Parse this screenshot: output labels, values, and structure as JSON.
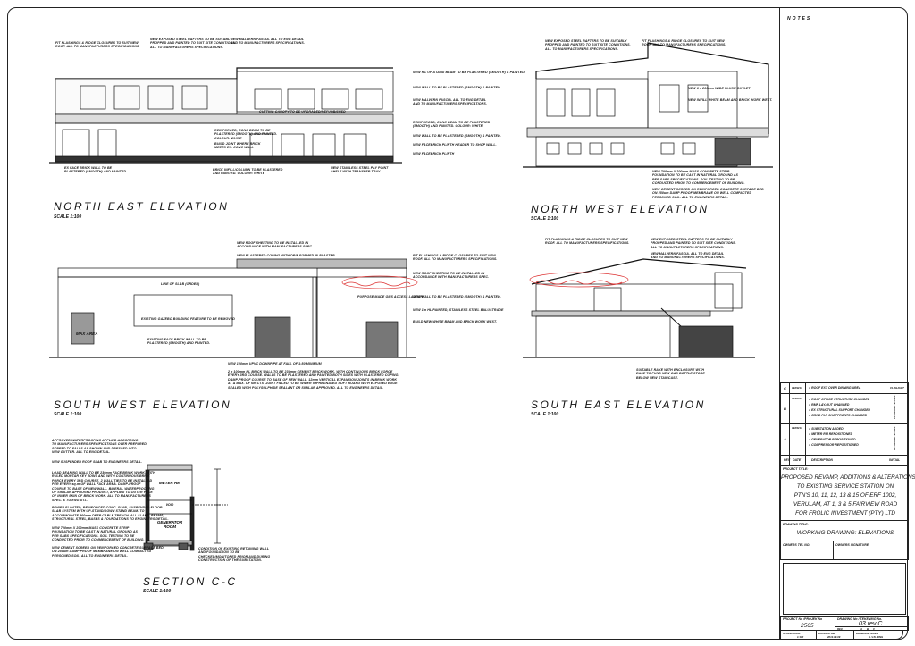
{
  "notes_header": "NOTES",
  "views": {
    "north_east": {
      "title": "NORTH EAST ELEVATION",
      "scale": "SCALE 1:100"
    },
    "north_west": {
      "title": "NORTH WEST ELEVATION",
      "scale": "SCALE 1:100"
    },
    "south_west": {
      "title": "SOUTH WEST ELEVATION",
      "scale": "SCALE 1:100"
    },
    "south_east": {
      "title": "SOUTH EAST ELEVATION",
      "scale": "SCALE 1:100"
    },
    "section_cc": {
      "title": "SECTION  C-C",
      "scale": "SCALE 1:100"
    }
  },
  "annotations": {
    "ne1": "FIT FLASHINGS & RIDGE CLOSURES TO SUIT NEW\nROOF. ALL TO MANUFACTURERS SPECIFICATIONS.",
    "ne2": "NEW EXPOSED STEEL RAFTERS TO BE SUITABLY\nPROPPED AND PAINTED TO SUIT SITE CONDITIONS.\nALL TO MANUFACTURERS SPECIFICATIONS.",
    "ne3": "NEW MALVERN FASCIA. ALL TO ENG DETAIL\nAND TO MANUFACTURERS SPECIFICATIONS.",
    "ne4": "NEW RC UP-STAND BEAM TO BE PLASTERED (SMOOTH) & PAINTED.",
    "ne5": "NEW WALL TO BE PLASTERED (SMOOTH) & PAINTED.",
    "ne6": "NEW MALVERN FASCIA. ALL TO ENG DETAIL\nAND TO MANUFACTURERS SPECIFICATIONS.",
    "ne7": "REINFORCED, CONC BEAM TO BE PLASTERED\n(SMOOTH) AND PAINTED. COLOUR: WHITE",
    "ne8": "NEW WALL TO BE PLASTERED (SMOOTH) & PAINTED.",
    "ne9": "NEW FACEBRICK PLINTH HEADER TO SHOP WALL.",
    "ne10": "NEW FACEBRICK PLINTH",
    "ne11": "EX FACE BRICK WALL TO BE\nPLASTERED (SMOOTH) AND PAINTED.",
    "ne12": "BRICK INFILL/COLUMN TO BE PLASTERED\nAND PAINTED. COLOUR: WHITE",
    "ne13": "NEW STAINLESS STEEL PAY POINT\nSHELF WITH TRANSFER TRAY.",
    "ne14": "CUTTING CANOPY TO BE UPGRADED/REFURBISHED",
    "ne15": "REINFORCED, CONC BEAM TO BE\nPLASTERED (SMOOTH) AND PAINTED.\nCOLOUR: WHITE",
    "ne16": "BUILD JOINT WHERE BRICK\nMEETS EX. CONC WALL",
    "nw1": "NEW EXPOSED STEEL RAFTERS TO BE SUITABLY\nPROPPED AND PAINTED TO SUIT SITE CONDITIONS.\nALL TO MANUFACTURERS SPECIFICATIONS.",
    "nw2": "FIT FLASHINGS & RIDGE CLOSURES TO SUIT NEW\nROOF. ALL TO MANUFACTURERS SPECIFICATIONS.",
    "nw3": "NEW 6 x 200mm WIDE FLUSH OUTLET",
    "nw4": "NEW INFILL WHITE BEAM AND BRICK WORK WEST.",
    "nw5": "NEW 700mm X 200mm MASS CONCRETE STRIP\nFOUNDATION TO BE CAST IN NATURAL GROUND AS\nPER SABS SPECIFICATIONS. SOIL TESTING TO BE\nCONDUCTED PRIOR TO COMMENCEMENT OF BUILDING.",
    "nw6": "NEW CEMENT SCREED ON REINFORCED CONCRETE SURFACE BED\nON 250um DAMP PROOF MEMBRANE ON WELL COMPACTED\nPERSONED SOIL. ALL TO ENGINEERS DETAIL.",
    "sw1": "NEW ROOF SHEETING TO BE INSTALLED IN\nACCORDANCE WITH MANUFACTURERS SPEC.",
    "sw2": "NEW PLASTERED COPING WITH DRIP FORMED IN PLASTER.",
    "sw3": "FIT FLASHINGS & RIDGE CLOSURES TO SUIT NEW\nROOF. ALL TO MANUFACTURERS SPECIFICATIONS.",
    "sw4": "NEW ROOF SHEETING TO BE INSTALLED IN\nACCORDANCE WITH MANUFACTURERS SPEC.",
    "sw5": "NEW WALL TO BE PLASTERED (SMOOTH) & PAINTED.",
    "sw6": "NEW 1m HL PAINTED, STAINLESS STEEL BALUSTRADE",
    "sw7": "BUILD NEW WHITE BEAM AND BRICK WORK WEST.",
    "sw8": "LINE OF SLAB (ORDER)",
    "sw9": "EXISTING GAZEBO BUILDING FEATURE TO BE REMOVED",
    "sw10": "EXISTING FACE BRICK WALL TO BE\nPLASTERED (SMOOTH) AND PAINTED.",
    "sw11": "PURPOSE MADE GMS ACCESS LADDER",
    "sw12": "NEW 100mm UPVC DOWNPIPE AT FALL OF 1:80 MINIMUM",
    "sw13": "2 x 100mm NL BRICK WALL TO BE 230mm CEMENT BRICK WORK. WITH CONTINUOUS BRICK FORCE\nEVERY 3RD COURSE. WALLS TO BE PLASTERED AND PAINTED BOTH SIDES WITH PLASTERED COPING.\nDAMP-PROOF COURSE TO BASE OF NEW WALL. 12mm VERTICAL EXPANSION JOINTS IN BRICK WORK\nAT A MAX. OF 6m CTS. JOINT FILLED TO BE WIDER IMPREGNATED SOFT BOARD WITH EXPOSED EDGE\nSEALED WITH POLYSULPHIDE SEALANT OR SIMILAR APPROVED. ALL TO ENGINEERS DETAIL.",
    "sw14": "MAX AREA",
    "se1": "FIT FLASHINGS & RIDGE CLOSURES TO SUIT NEW\nROOF. ALL TO MANUFACTURERS SPECIFICATIONS.",
    "se2": "NEW EXPOSED STEEL RAFTERS TO BE SUITABLY\nPROPPED AND PAINTED TO SUIT SITE CONDITIONS.\nALL TO MANUFACTURERS SPECIFICATIONS.",
    "se3": "NEW MALVERN FASCIA. ALL TO ENG DETAIL\nAND TO MANUFACTURERS SPECIFICATIONS.",
    "se4": "SUITABLE RAKE WITH ENCLOSURE WITH\nEASE TO FUND NEW GAS BOTTLE STORE\nBELOW NEW STAIRCASE.",
    "cc1": "APPROVED WATERPROOFING APPLIED ACCORDING\nTO MANUFACTURERS SPECIFICATIONS OVER PREPARED\nSCREED TO FALLS AS SHOWN AND DRESSED INTO\nNEW GUTTER. ALL TO ENG DETAIL.",
    "cc2": "NEW SUSPENDED ROOF SLAB TO ENGINEERS DETAIL.",
    "cc3": "LOAD BEARING WALL TO BE 230mm FACE BRICK WORK. WITH\nRULED MORTAR KEY JOINT AND WITH CONTINUOUS BRICK\nFORCE EVERY 3RD COURSE. 2 WALL TIES TO BE INSTALLED\nPER EVERY sq.m OF WALL FACE AREA. DAMP-PROOF\nCOURSE TO BASE OF NEW WALL. BIDERAL WATERPROOFING\nOF SIMILAR APPROVED PRODUCT, APPLIED TO OUTER FACE\nOF INNER SKIN OF BRICK WORK. ALL TO MANUFACTURERS\nSPEC. & TO ENG DTL.",
    "cc4": "POWER FLOATED, REINFORCED CONC. SLAB, SUSPENDED FLOOR\nSLAB SYSTEM WITH UP-STAND/DOWN STAND BEAM. TO\nACCOMMODATE 900mm DEEP CABLE TRENCH. ALL SLABS, BEAMS,\nSTRUCTURAL STEEL, BASES & FOUNDATIONS TO ENGINEERS DETAIL.",
    "cc5": "NEW 700mm X 200mm MASS CONCRETE STRIP\nFOUNDATION TO BE CAST IN NATURAL GROUND AS\nPER SABS SPECIFICATIONS. SOIL TESTING TO BE\nCONDUCTED PRIOR TO COMMENCEMENT OF BUILDING.",
    "cc6": "NEW CEMENT SCREED ON REINFORCED CONCRETE SURFACE BED\nON 250um DAMP PROOF MEMBRANE ON WELL COMPACTED\nPERSONED SOIL. ALL TO ENGINEERS DETAIL.",
    "cc7": "CONDITION OF EXISTING RETAINING WALL\nAND FOUNDATION TO BE\nCHECKED/MONITORED PRIOR AND DURING\nCONSTRUCTION OF THE SUBSTATION."
  },
  "rooms": {
    "meter_rm": "METER RM",
    "void": "VOID",
    "generator_room": "GENERATOR\nROOM"
  },
  "title_block": {
    "revisions": [
      {
        "rev": "C",
        "date": "09/09/13",
        "description": "● ROOF EXT OVER DINNING AREA",
        "initial": "CL.SLIGHT"
      },
      {
        "rev": "B",
        "date": "02/09/13",
        "description": "● ROOF OFFICE STRUCTURE CHANGED\n● RMP LAY-OUT CHANGED\n● EX STRUCTURAL SUPPORT CHANGED\n● GRND FLR SHOPFRONTS CHANGED",
        "initial": "CL.SLIGHT & DMS"
      },
      {
        "rev": "A",
        "date": "09/08/13",
        "description": "● SUBSTATION ADDED\n● METER RM REPOSITIONED\n● GENERATOR REPOSITIONED\n● COMPRESSOR REPOSITIONED",
        "initial": "CL.SLIGHT & DMS"
      }
    ],
    "rev_header": {
      "rev": "REV",
      "date": "DATE",
      "description": "DESCRIPTION",
      "initial": "INITIAL"
    },
    "project_title_label": "PROJECT TITLE:",
    "project_title": "PROPOSED REVAMP, ADDITIONS & ALTERATIONS\nTO EXISTING SERVICE STATION ON\nPTN'S 10, 11, 12, 13 & 15 OF ERF 1002,\nVERULAM, AT 1, 3 & 5 FAIRVIEW ROAD\nFOR FROLIC INVESTMENT (PTY) LTD",
    "drawing_title_label": "DRAWING TITLE:",
    "drawing_title": "WORKING DRAWING: ELEVATIONS",
    "owners_tel_label": "OWNERS TEL NO.",
    "owners_signature_label": "OWNERS SIGNATURE",
    "project_no_label": "PROJECT No /PROJEK No",
    "project_no": "2565",
    "drawing_no_label": "DRAWING No / TEKENING No.",
    "drawing_no": "03 rev C",
    "rev_label": "REV.",
    "rev_boxes": [
      "A",
      "B",
      "C"
    ],
    "scale_label": "SCALE/SKAAL",
    "scale_value": "1:100",
    "date_label": "DATE/DATUM",
    "date_value": "2013-09-09",
    "drawn_label": "DRAWN/GETEKEN",
    "drawn_value": "S. V.N. SING"
  }
}
